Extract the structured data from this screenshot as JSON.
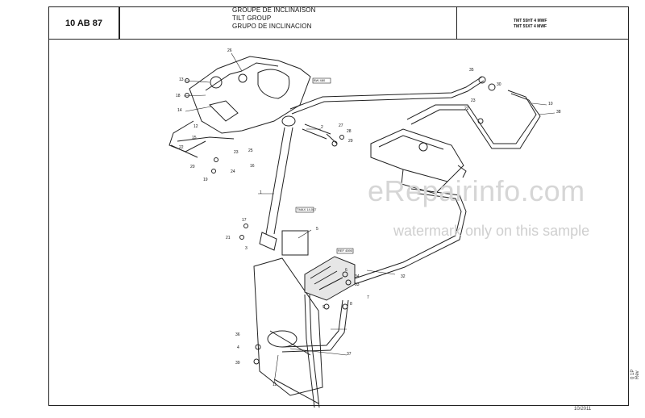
{
  "header": {
    "ref": "10 AB 87",
    "titles": [
      "GROUPE DE INCLINAISON",
      "TILT GROUP",
      "GRUPO DE INCLINACION"
    ],
    "models": [
      "TMT 55HT 4 MWF",
      "TMT 55XT 4 MWF"
    ]
  },
  "watermark": {
    "site": "eRepairinfo.com",
    "note": "watermark only on this sample"
  },
  "footer": {
    "side_code": "0 1P Rev",
    "date": "10/2011"
  },
  "callouts": [
    "26",
    "13",
    "18",
    "14",
    "12",
    "15",
    "22",
    "20",
    "19",
    "24",
    "23",
    "25",
    "16",
    "2",
    "27",
    "28",
    "29",
    "1",
    "17",
    "21",
    "3",
    "5",
    "6",
    "34",
    "33",
    "8",
    "7",
    "9",
    "32",
    "37",
    "36",
    "4",
    "39",
    "11",
    "35",
    "30",
    "22",
    "23",
    "10",
    "38"
  ],
  "boxed_labels": [
    "BW 480",
    "TMAX 14,0LT",
    "REF 4590"
  ]
}
